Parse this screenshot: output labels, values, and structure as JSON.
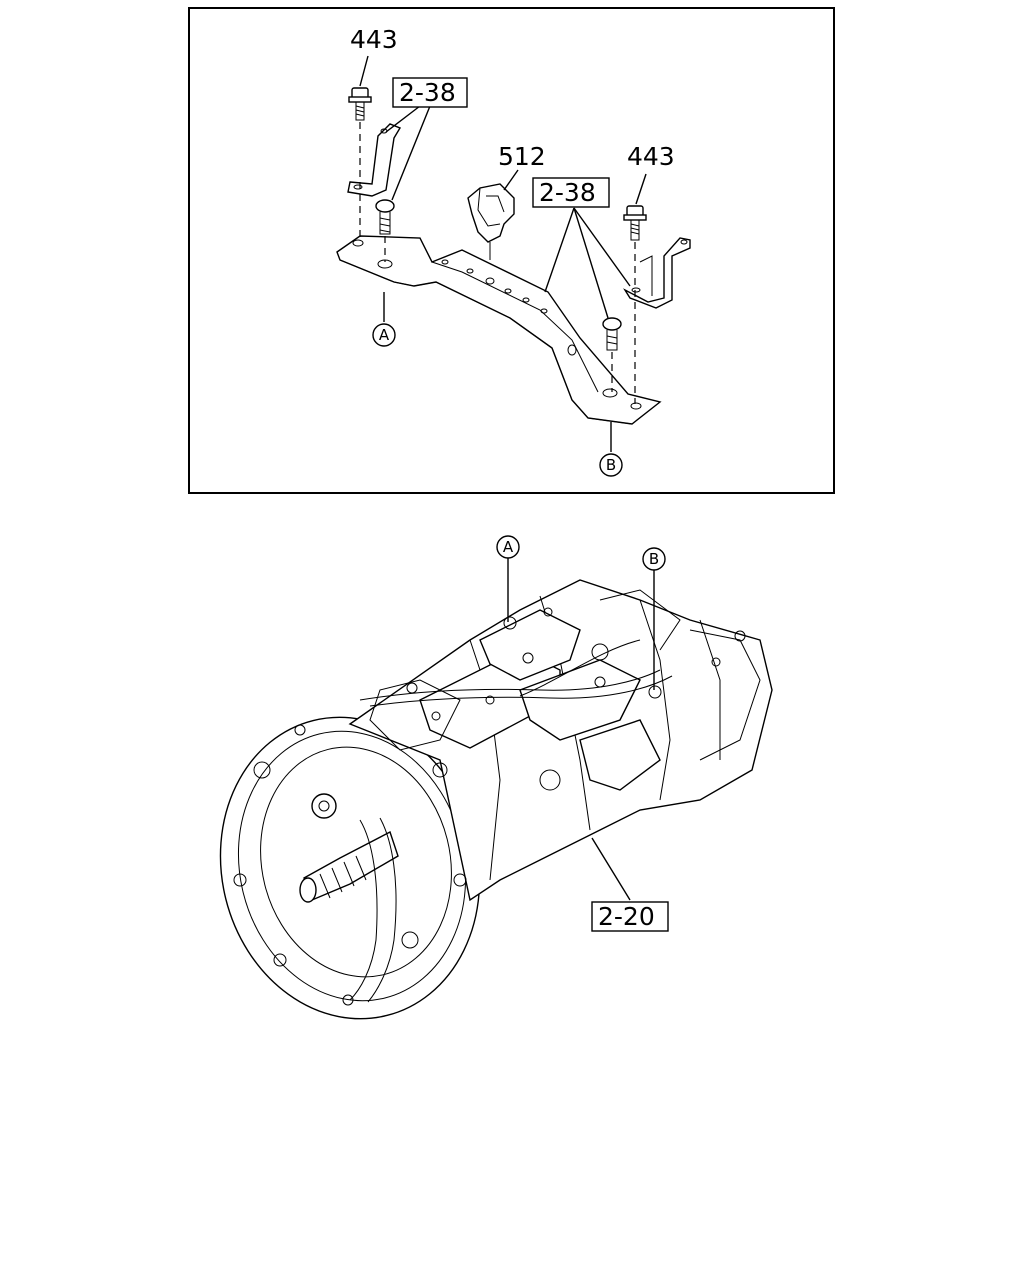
{
  "detail_view": {
    "callouts": {
      "bolt_left": "443",
      "bracket_ref_left": "2-38",
      "clip": "512",
      "bracket_ref_right": "2-38",
      "bolt_right": "443"
    },
    "connector_a": "A",
    "connector_b": "B"
  },
  "main_view": {
    "connector_a": "A",
    "connector_b": "B",
    "transmission_ref": "2-20"
  },
  "colors": {
    "line": "#000000",
    "background": "#ffffff"
  }
}
